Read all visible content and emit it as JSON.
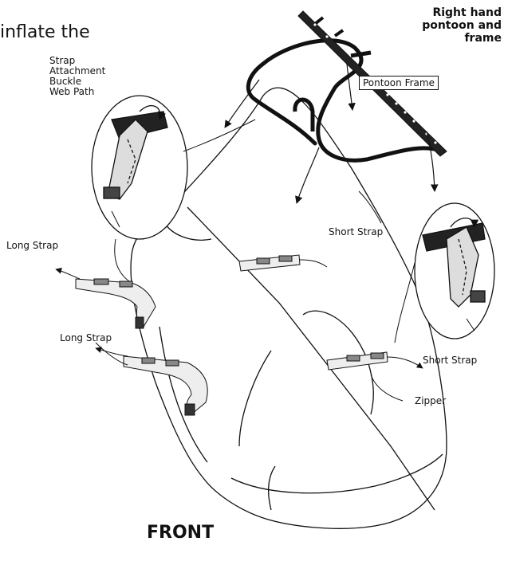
{
  "header_fragment": "inflate the",
  "title": {
    "line1": "Right hand",
    "line2": "pontoon and",
    "line3": "frame"
  },
  "labels": {
    "web_path_1": "Strap",
    "web_path_2": "Attachment",
    "web_path_3": "Buckle",
    "web_path_4": "Web Path",
    "pontoon_frame": "Pontoon Frame",
    "short_strap_upper": "Short Strap",
    "short_strap_lower": "Short Strap",
    "long_strap_upper": "Long Strap",
    "long_strap_lower": "Long Strap",
    "zipper": "Zipper"
  },
  "footer": "FRONT"
}
